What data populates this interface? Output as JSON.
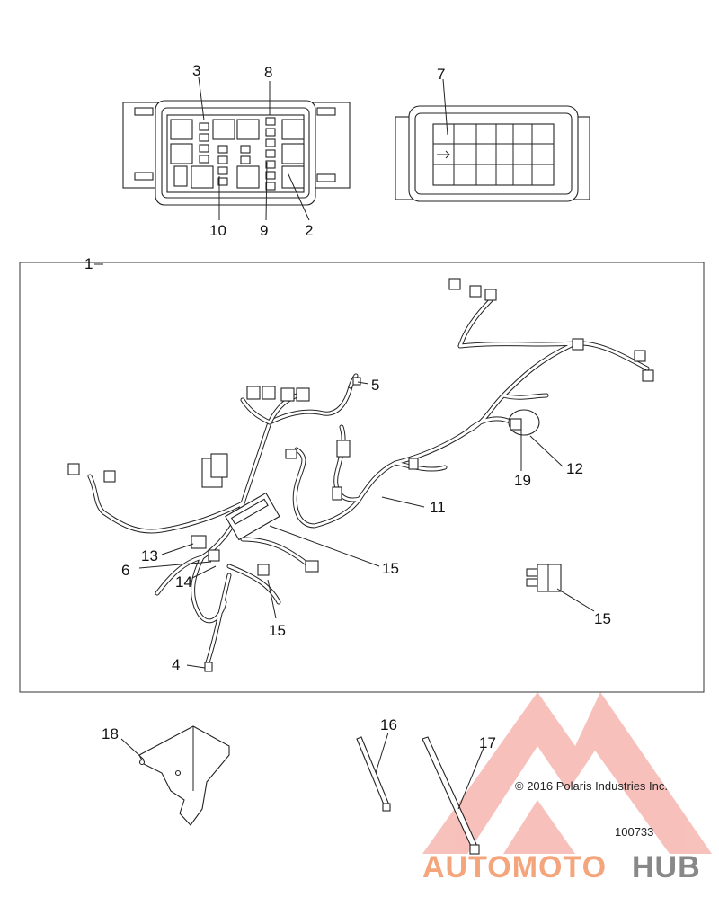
{
  "callouts": {
    "c1": "1",
    "c2": "2",
    "c3": "3",
    "c4": "4",
    "c5": "5",
    "c6": "6",
    "c7": "7",
    "c8": "8",
    "c9": "9",
    "c10": "10",
    "c11": "11",
    "c12": "12",
    "c13": "13",
    "c14": "14",
    "c15a": "15",
    "c15b": "15",
    "c15c": "15",
    "c16": "16",
    "c17": "17",
    "c18": "18",
    "c19": "19"
  },
  "copyright": "© 2016 Polaris Industries Inc.",
  "diagram_id": "100733",
  "watermark": {
    "part1": "AUTOMOTO",
    "part2": "HUB",
    "color_main": "#f2a07a",
    "color_accent": "#e8413c",
    "color_hub": "#888888"
  }
}
